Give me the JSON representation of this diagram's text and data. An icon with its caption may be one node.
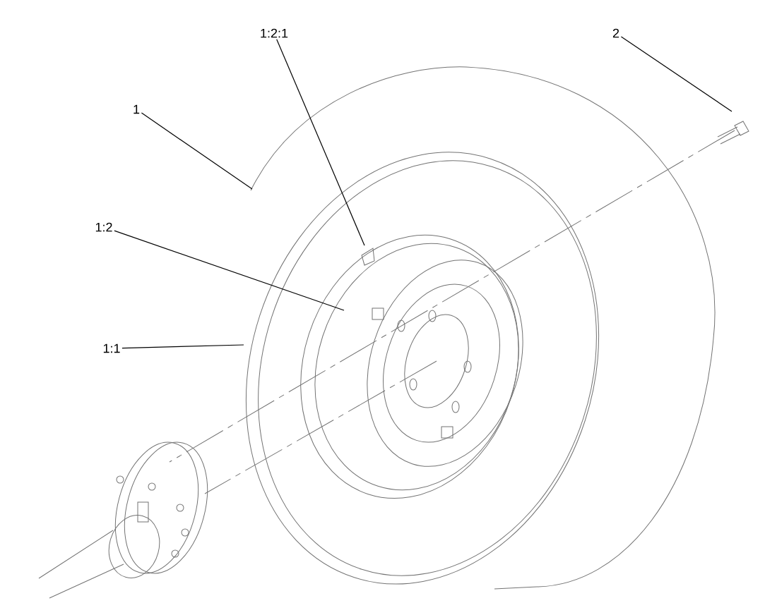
{
  "diagram": {
    "nodes": [
      {
        "text": [
          "1"
        ]
      },
      {
        "text": [
          "1:2:1"
        ]
      },
      {
        "text": [
          "2"
        ]
      },
      {
        "text": [
          "1:2"
        ]
      },
      {
        "text": [
          "1:1"
        ]
      }
    ],
    "edges": [
      {
        "from": 0,
        "to": null,
        "arrow": "none"
      },
      {
        "from": 1,
        "to": null,
        "arrow": "none"
      },
      {
        "from": 2,
        "to": null,
        "arrow": "none"
      },
      {
        "from": 3,
        "to": null,
        "arrow": "none"
      },
      {
        "from": 4,
        "to": null,
        "arrow": "none"
      }
    ]
  }
}
